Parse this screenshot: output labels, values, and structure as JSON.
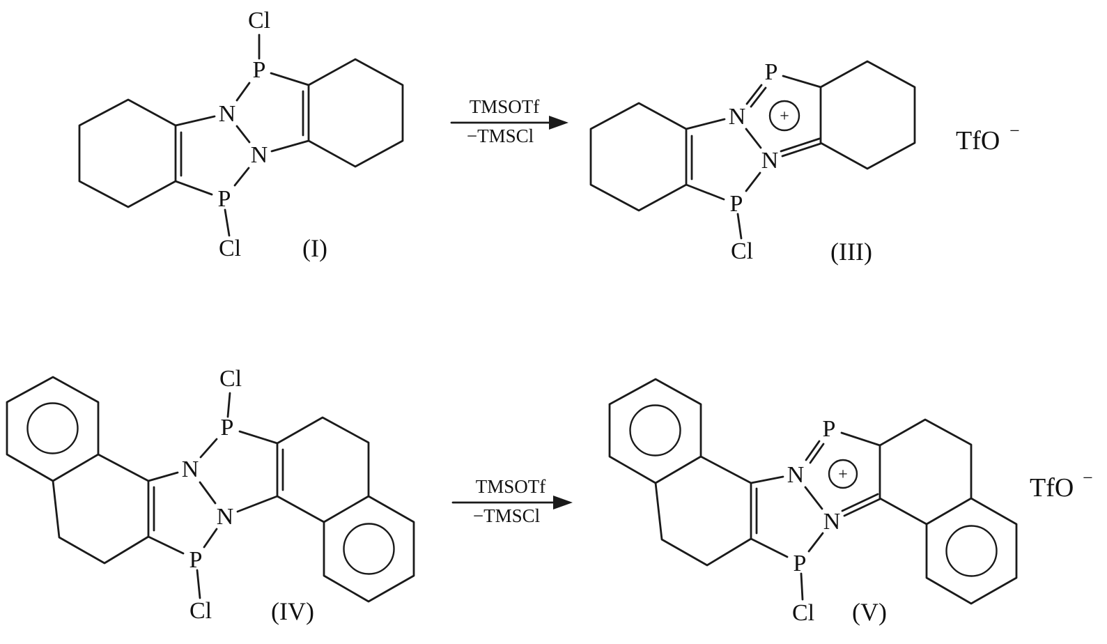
{
  "scheme": {
    "atom_labels": {
      "phosphorus": "P",
      "nitrogen": "N",
      "chlorine": "Cl",
      "plus": "+"
    },
    "reactions": [
      {
        "reactant_label": "(I)",
        "product_label": "(III)",
        "reagent_above": "TMSOTf",
        "reagent_below": "−TMSCl",
        "anion_text": "TfO",
        "anion_charge": "−"
      },
      {
        "reactant_label": "(IV)",
        "product_label": "(V)",
        "reagent_above": "TMSOTf",
        "reagent_below": "−TMSCl",
        "anion_text": "TfO",
        "anion_charge": "−"
      }
    ]
  }
}
